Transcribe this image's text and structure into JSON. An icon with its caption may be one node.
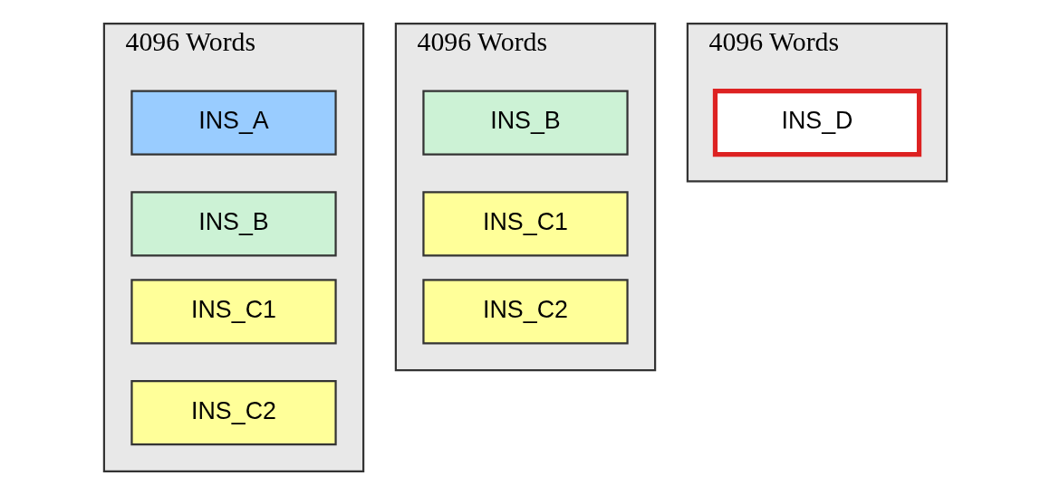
{
  "diagram": {
    "nodes": [
      {
        "text": [
          "4096 Words"
        ]
      },
      {
        "text": [
          "INS_A"
        ],
        "in": 0
      },
      {
        "text": [
          "INS_B"
        ],
        "in": 0
      },
      {
        "text": [
          "INS_C1"
        ],
        "in": 0
      },
      {
        "text": [
          "INS_C2"
        ],
        "in": 0
      },
      {
        "text": [
          "4096 Words"
        ]
      },
      {
        "text": [
          "INS_B"
        ],
        "in": 5
      },
      {
        "text": [
          "INS_C1"
        ],
        "in": 5
      },
      {
        "text": [
          "INS_C2"
        ],
        "in": 5
      },
      {
        "text": [
          "4096 Words"
        ]
      },
      {
        "text": [
          "INS_D"
        ],
        "in": 9
      }
    ]
  }
}
